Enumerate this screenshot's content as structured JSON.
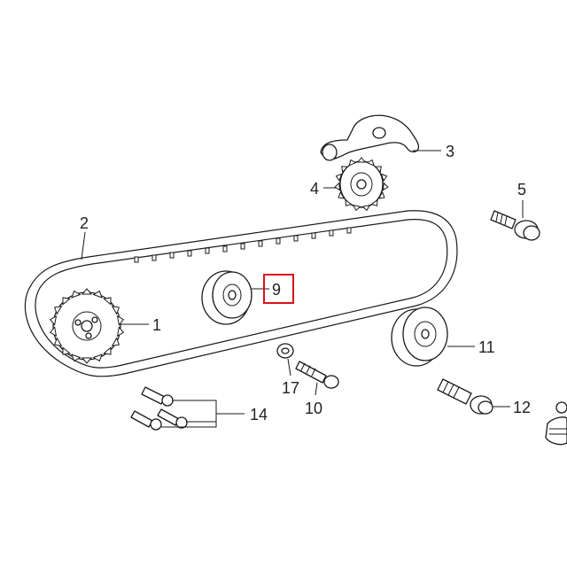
{
  "callouts": {
    "sprocket": "1",
    "belt": "2",
    "bracket": "3",
    "idler_gear": "4",
    "bolt": "5",
    "pulley_center": "9",
    "stud": "10",
    "pulley_right": "11",
    "tensioner_bolt": "12",
    "bolt_set": "14",
    "washer": "17"
  },
  "highlight_color": "#d8141c"
}
